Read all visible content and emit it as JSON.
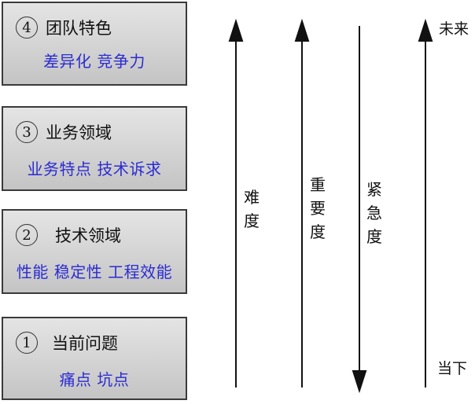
{
  "cards": [
    {
      "num": "4",
      "title": "团队特色",
      "subtitle": "差异化 竞争力"
    },
    {
      "num": "3",
      "title": "业务领域",
      "subtitle": "业务特点 技术诉求"
    },
    {
      "num": "2",
      "title": "技术领域",
      "subtitle": "性能 稳定性 工程效能"
    },
    {
      "num": "1",
      "title": "当前问题",
      "subtitle": "痛点 坑点"
    }
  ],
  "arrows": [
    {
      "label": [
        "难",
        "度"
      ],
      "direction": "up"
    },
    {
      "label": [
        "重",
        "要",
        "度"
      ],
      "direction": "up"
    },
    {
      "label": [
        "紧",
        "急",
        "度"
      ],
      "direction": "down"
    },
    {
      "label": [],
      "direction": "up"
    }
  ],
  "time_axis": {
    "top": "未来",
    "bottom": "当下"
  },
  "colors": {
    "subtitle": "#2b2bd4",
    "border": "#3a3a3a",
    "arrow": "#111111"
  }
}
